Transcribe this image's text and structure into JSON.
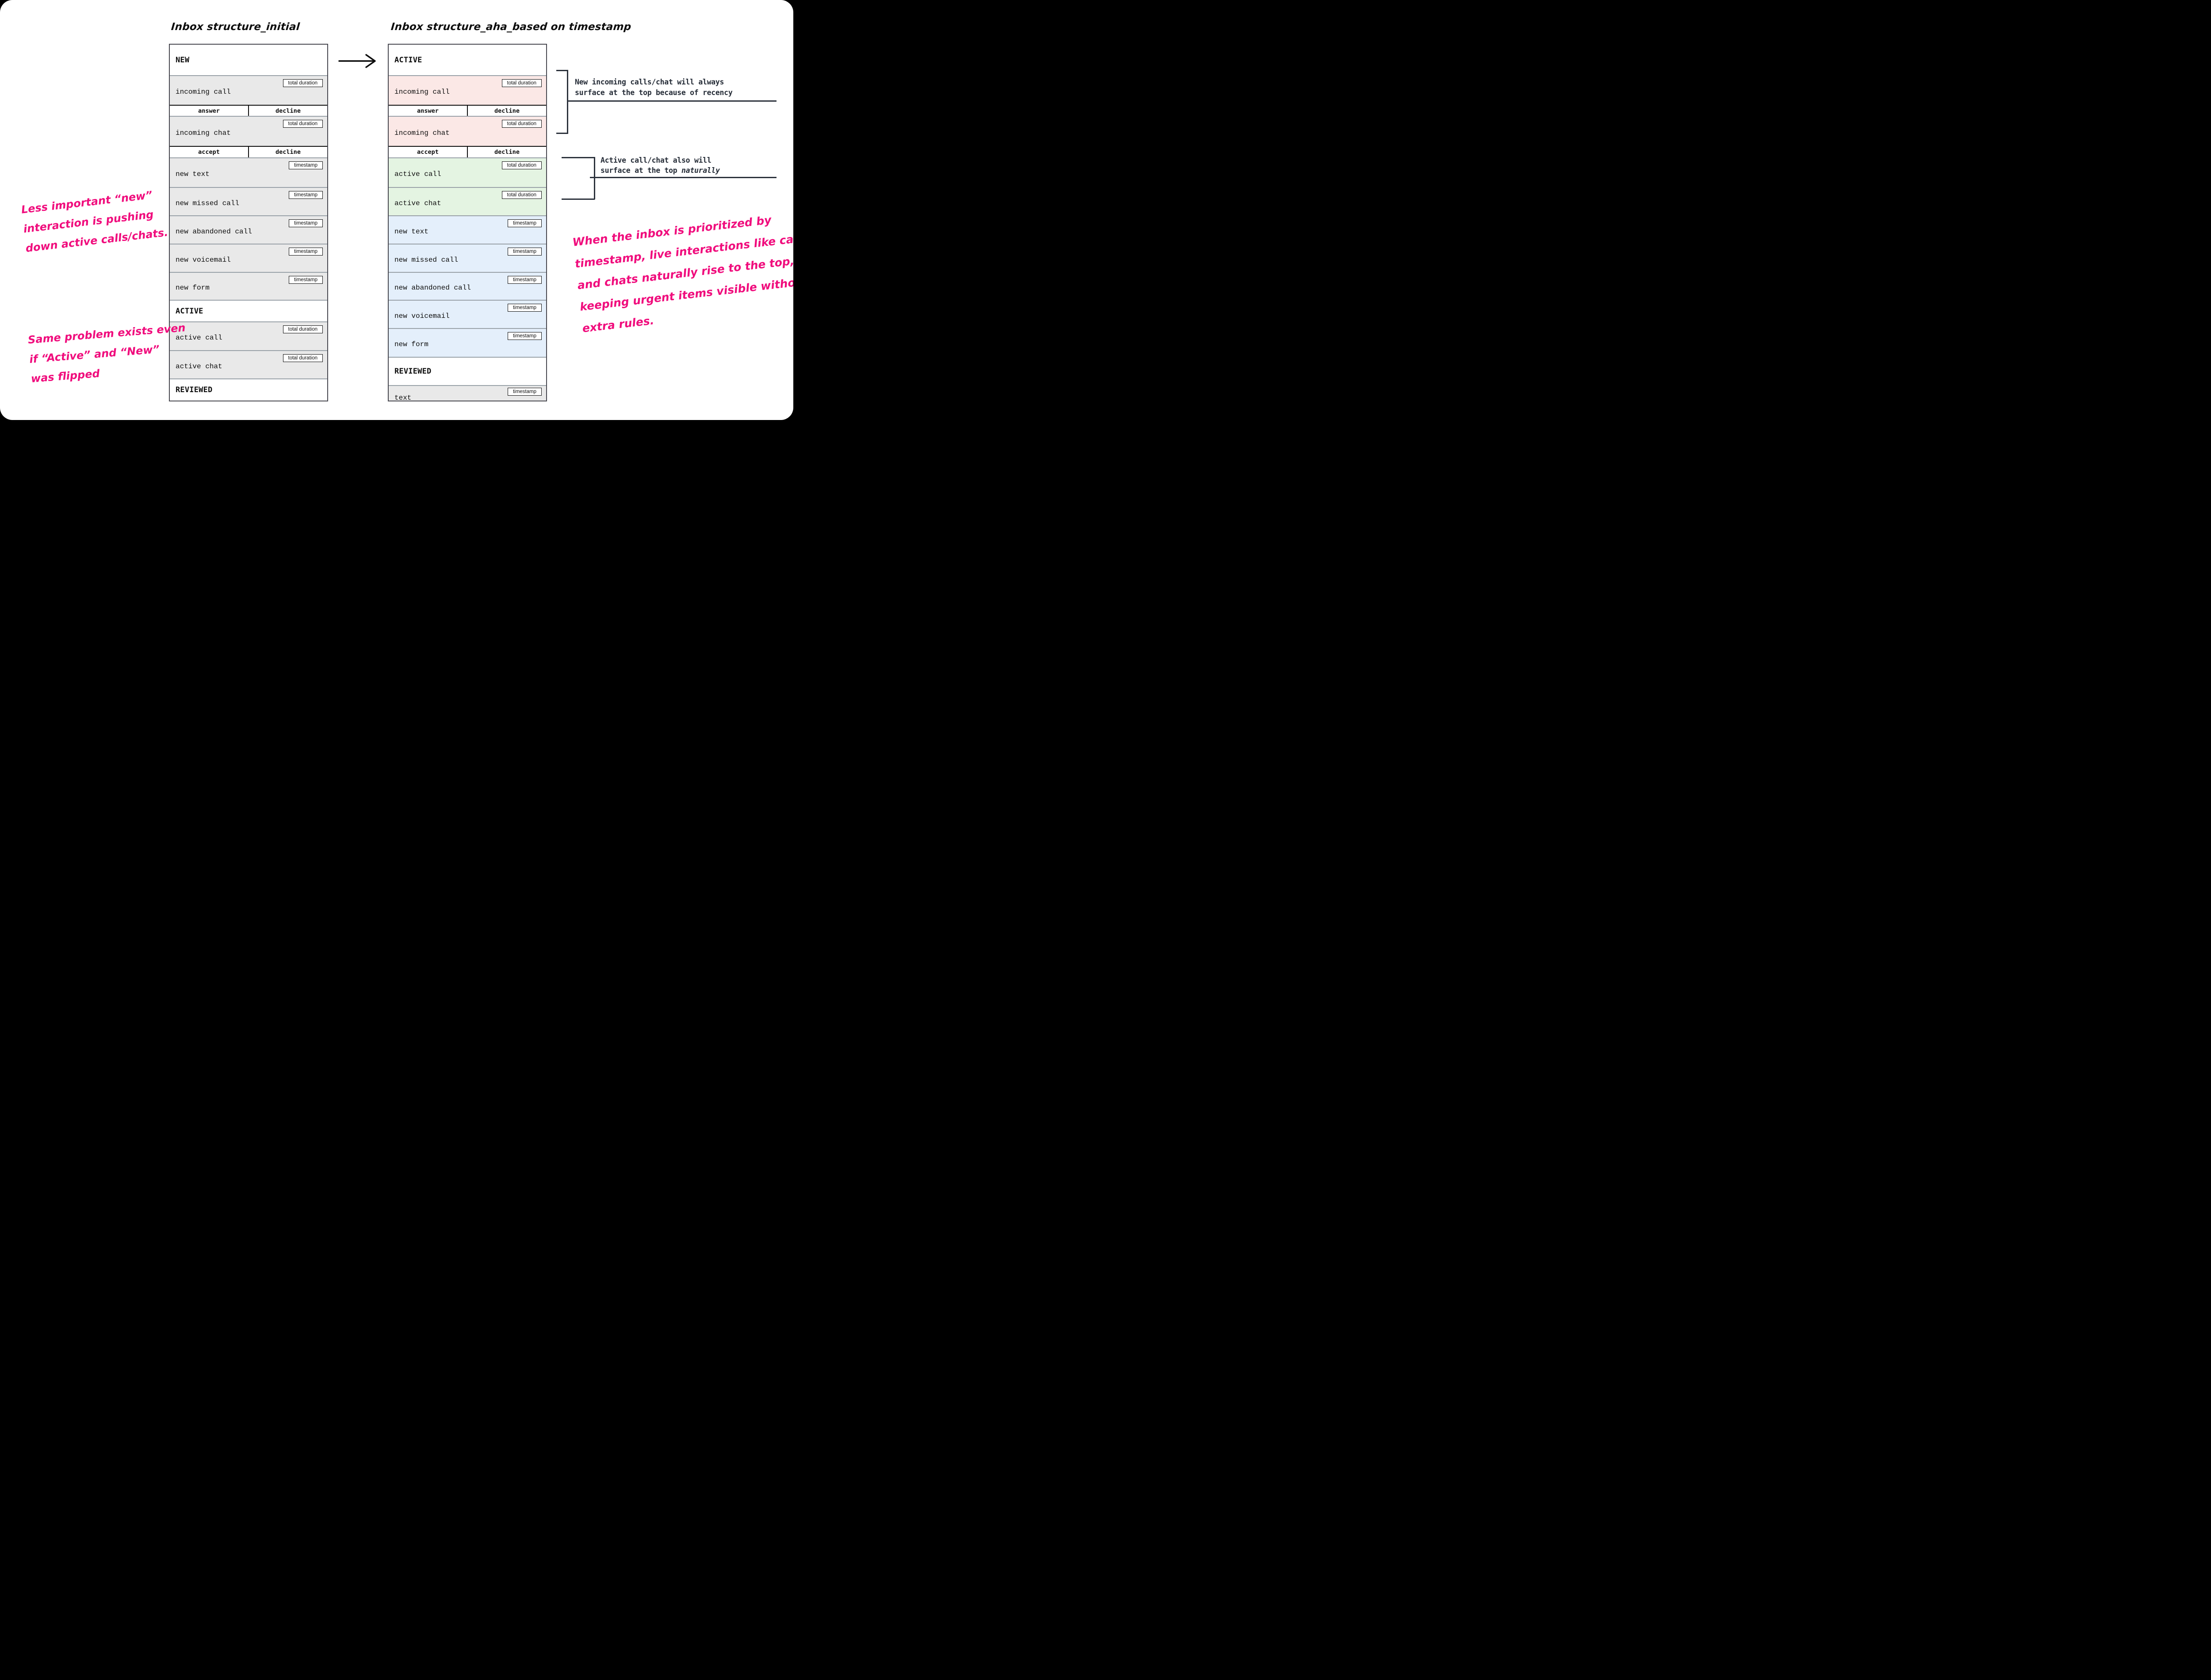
{
  "titles": {
    "left": "Inbox structure_initial",
    "right": "Inbox structure_aha_based on timestamp"
  },
  "left_inbox": {
    "rows": [
      {
        "type": "header",
        "label": "NEW"
      },
      {
        "type": "item",
        "label": "incoming call",
        "badge": "total duration",
        "color": "gray"
      },
      {
        "type": "actions",
        "labels": [
          "answer",
          "decline"
        ]
      },
      {
        "type": "item",
        "label": "incoming chat",
        "badge": "total duration",
        "color": "gray"
      },
      {
        "type": "actions",
        "labels": [
          "accept",
          "decline"
        ]
      },
      {
        "type": "item",
        "label": "new text",
        "badge": "timestamp",
        "color": "gray"
      },
      {
        "type": "item",
        "label": "new missed call",
        "badge": "timestamp",
        "color": "gray"
      },
      {
        "type": "item",
        "label": "new abandoned call",
        "badge": "timestamp",
        "color": "gray"
      },
      {
        "type": "item",
        "label": "new voicemail",
        "badge": "timestamp",
        "color": "gray"
      },
      {
        "type": "item",
        "label": "new form",
        "badge": "timestamp",
        "color": "gray"
      },
      {
        "type": "header",
        "label": "ACTIVE"
      },
      {
        "type": "item",
        "label": "active call",
        "badge": "total duration",
        "color": "gray"
      },
      {
        "type": "item",
        "label": "active chat",
        "badge": "total duration",
        "color": "gray"
      },
      {
        "type": "header",
        "label": "REVIEWED"
      }
    ]
  },
  "right_inbox": {
    "rows": [
      {
        "type": "header",
        "label": "ACTIVE"
      },
      {
        "type": "item",
        "label": "incoming call",
        "badge": "total duration",
        "color": "pink"
      },
      {
        "type": "actions",
        "labels": [
          "answer",
          "decline"
        ]
      },
      {
        "type": "item",
        "label": "incoming chat",
        "badge": "total duration",
        "color": "pink"
      },
      {
        "type": "actions",
        "labels": [
          "accept",
          "decline"
        ]
      },
      {
        "type": "item",
        "label": "active call",
        "badge": "total duration",
        "color": "green"
      },
      {
        "type": "item",
        "label": "active chat",
        "badge": "total duration",
        "color": "green"
      },
      {
        "type": "item",
        "label": "new text",
        "badge": "timestamp",
        "color": "blue"
      },
      {
        "type": "item",
        "label": "new missed call",
        "badge": "timestamp",
        "color": "blue"
      },
      {
        "type": "item",
        "label": "new abandoned call",
        "badge": "timestamp",
        "color": "blue"
      },
      {
        "type": "item",
        "label": "new voicemail",
        "badge": "timestamp",
        "color": "blue"
      },
      {
        "type": "item",
        "label": "new form",
        "badge": "timestamp",
        "color": "blue"
      },
      {
        "type": "header",
        "label": "REVIEWED"
      },
      {
        "type": "item",
        "label": "text",
        "badge": "timestamp",
        "color": "gray",
        "truncated": true
      }
    ]
  },
  "side_notes": {
    "recency": {
      "lines": [
        "New incoming calls/chat will always",
        "surface at the top because of recency"
      ]
    },
    "naturally": {
      "line1": "Active call/chat also will",
      "line2_prefix": "surface at the top ",
      "line2_italic": "naturally"
    }
  },
  "handwritten_notes": [
    {
      "lines": [
        "Less important “new”",
        "interaction is pushing",
        "down active calls/chats."
      ]
    },
    {
      "lines": [
        "Same problem exists even",
        "if “Active” and “New”",
        "was flipped"
      ]
    },
    {
      "lines": [
        "When the inbox is prioritized by",
        "timestamp, live interactions like calls",
        "and chats naturally rise to the top,",
        "keeping urgent items visible without",
        "extra rules."
      ]
    }
  ],
  "colors": {
    "pink_note": "#f00d7d",
    "dark_note": "#262d38",
    "row_gray": "#e9e9e9",
    "row_pink": "#fbe8e6",
    "row_green": "#e4f4e2",
    "row_blue": "#e4effb",
    "separator": "#99a1a8",
    "box_border": "#47474f",
    "action_divider": "#0c0c0c",
    "badge_border": "#0c0c0c",
    "bracket": "#2c323c",
    "arrow": "#0c0c0c",
    "ink": "#0d0d0d"
  }
}
